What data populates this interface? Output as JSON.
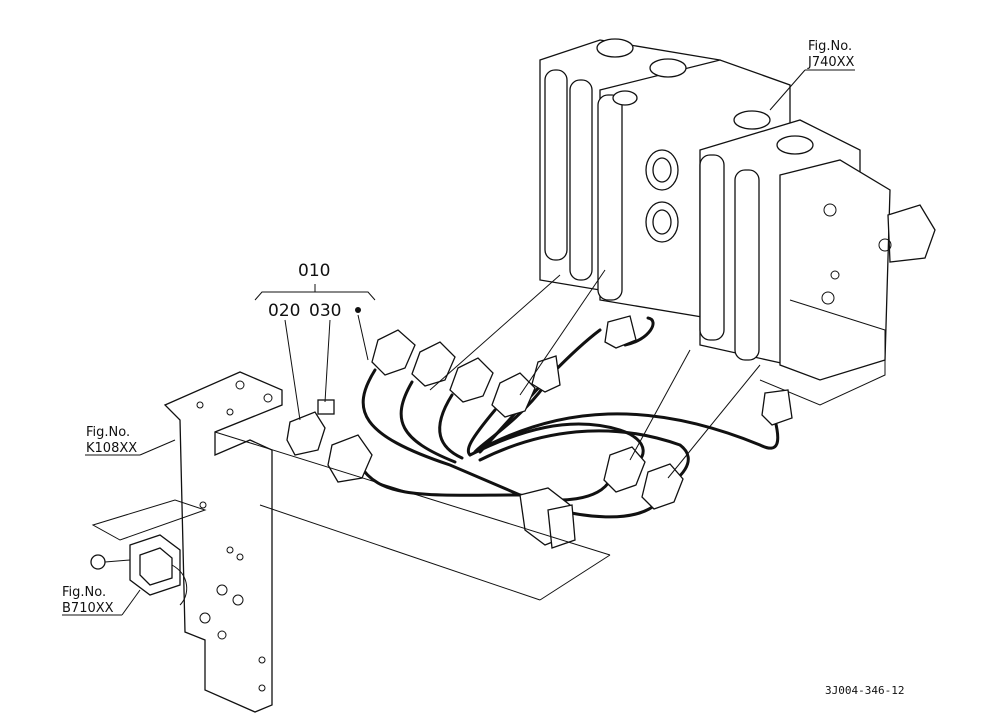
{
  "callouts": {
    "assembly": "010",
    "part_a": "020",
    "part_b": "030"
  },
  "refs": {
    "valve": {
      "line1": "Fig.No.",
      "line2": "J740XX"
    },
    "bracket": {
      "line1": "Fig.No.",
      "line2": "K108XX"
    },
    "switch": {
      "line1": "Fig.No.",
      "line2": "B710XX"
    }
  },
  "drawing_code": "3J004-346-12",
  "colors": {
    "ink": "#111111",
    "paper": "#ffffff"
  }
}
